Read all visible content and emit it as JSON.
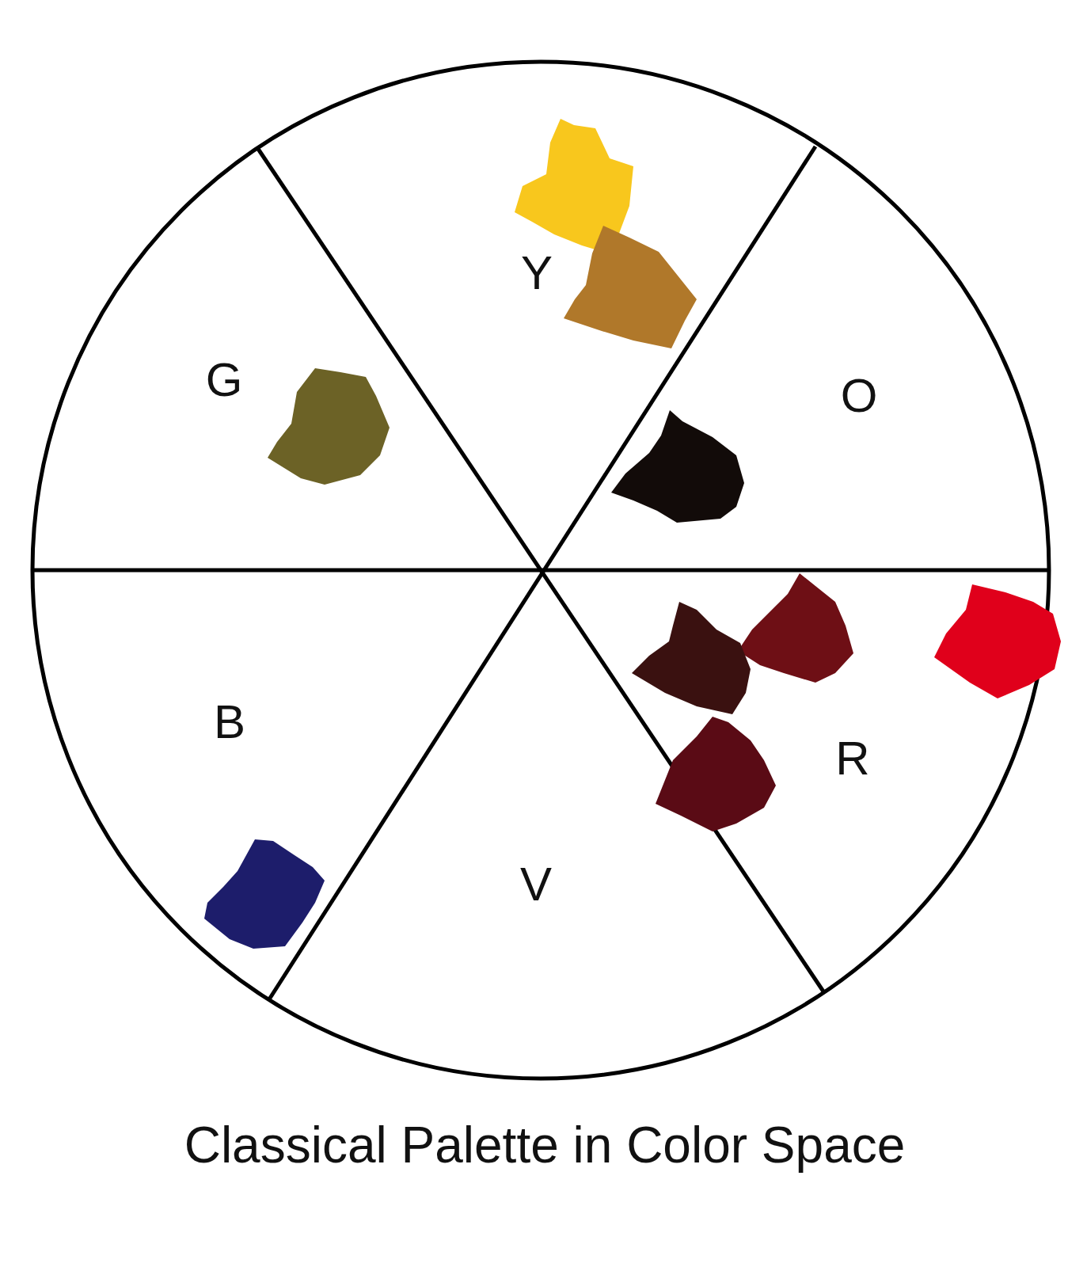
{
  "diagram": {
    "caption": "Classical Palette in Color Space",
    "labels": [
      "Y",
      "G",
      "O",
      "B",
      "R",
      "V"
    ]
  }
}
